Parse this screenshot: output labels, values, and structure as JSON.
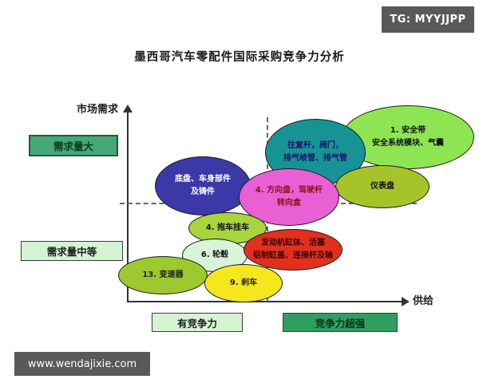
{
  "badge": "TG: MYYJJPP",
  "watermark": "www.wendajixie.com",
  "title": "墨西哥汽车零配件国际采购竞争力分析",
  "axis": {
    "y_label": "市场需求",
    "x_label": "供给"
  },
  "zones": {
    "demand_high": "需求量大",
    "demand_mid": "需求量中等",
    "competitive": "有竞争力",
    "super_competitive": "竞争力超强"
  },
  "bubbles": {
    "safety": {
      "line1": "1. 安全带",
      "line2": "安全系统模块、气囊"
    },
    "valves": {
      "line1": "往复杆，阀门，",
      "line2": "排气岐管、排气管"
    },
    "dashboard": {
      "line1": "仪表盘",
      "line2": ""
    },
    "chassis": {
      "line1": "底盘、车身部件",
      "line2": "及铸件"
    },
    "steering": {
      "line1": "4. 方向盘，驾驶杆",
      "line2": "转向盒"
    },
    "trailer": {
      "line1": "4. 拖车挂车",
      "line2": ""
    },
    "engine": {
      "line1": "发动机缸体、活塞",
      "line2": "铝制缸盖、连接杆及轴"
    },
    "wheel": {
      "line1": "6. 轮毂",
      "line2": ""
    },
    "transmission": {
      "line1": "13. 变速器",
      "line2": ""
    },
    "brake": {
      "line1": "9. 刹车",
      "line2": ""
    }
  },
  "colors": {
    "badge_bg": "#58595b",
    "watermark_bg": "#58595b",
    "zone_demand_high_bg": "#45a877",
    "zone_demand_mid_bg": "#d4f3d4",
    "zone_competitive_bg": "#d4f5d0",
    "zone_super_competitive_bg": "#2f9e5f",
    "bubble_safety_bg": "#8ee553",
    "bubble_valves_bg": "#189393",
    "bubble_dashboard_bg": "#a6c42a",
    "bubble_chassis_bg": "#3b38a8",
    "bubble_steering_bg": "#e95fd4",
    "bubble_trailer_bg": "#a8d43e",
    "bubble_engine_bg": "#e2301c",
    "bubble_wheel_bg": "#d9f3d9",
    "bubble_transmission_bg": "#9dc92e",
    "bubble_brake_bg": "#f4e71e"
  }
}
